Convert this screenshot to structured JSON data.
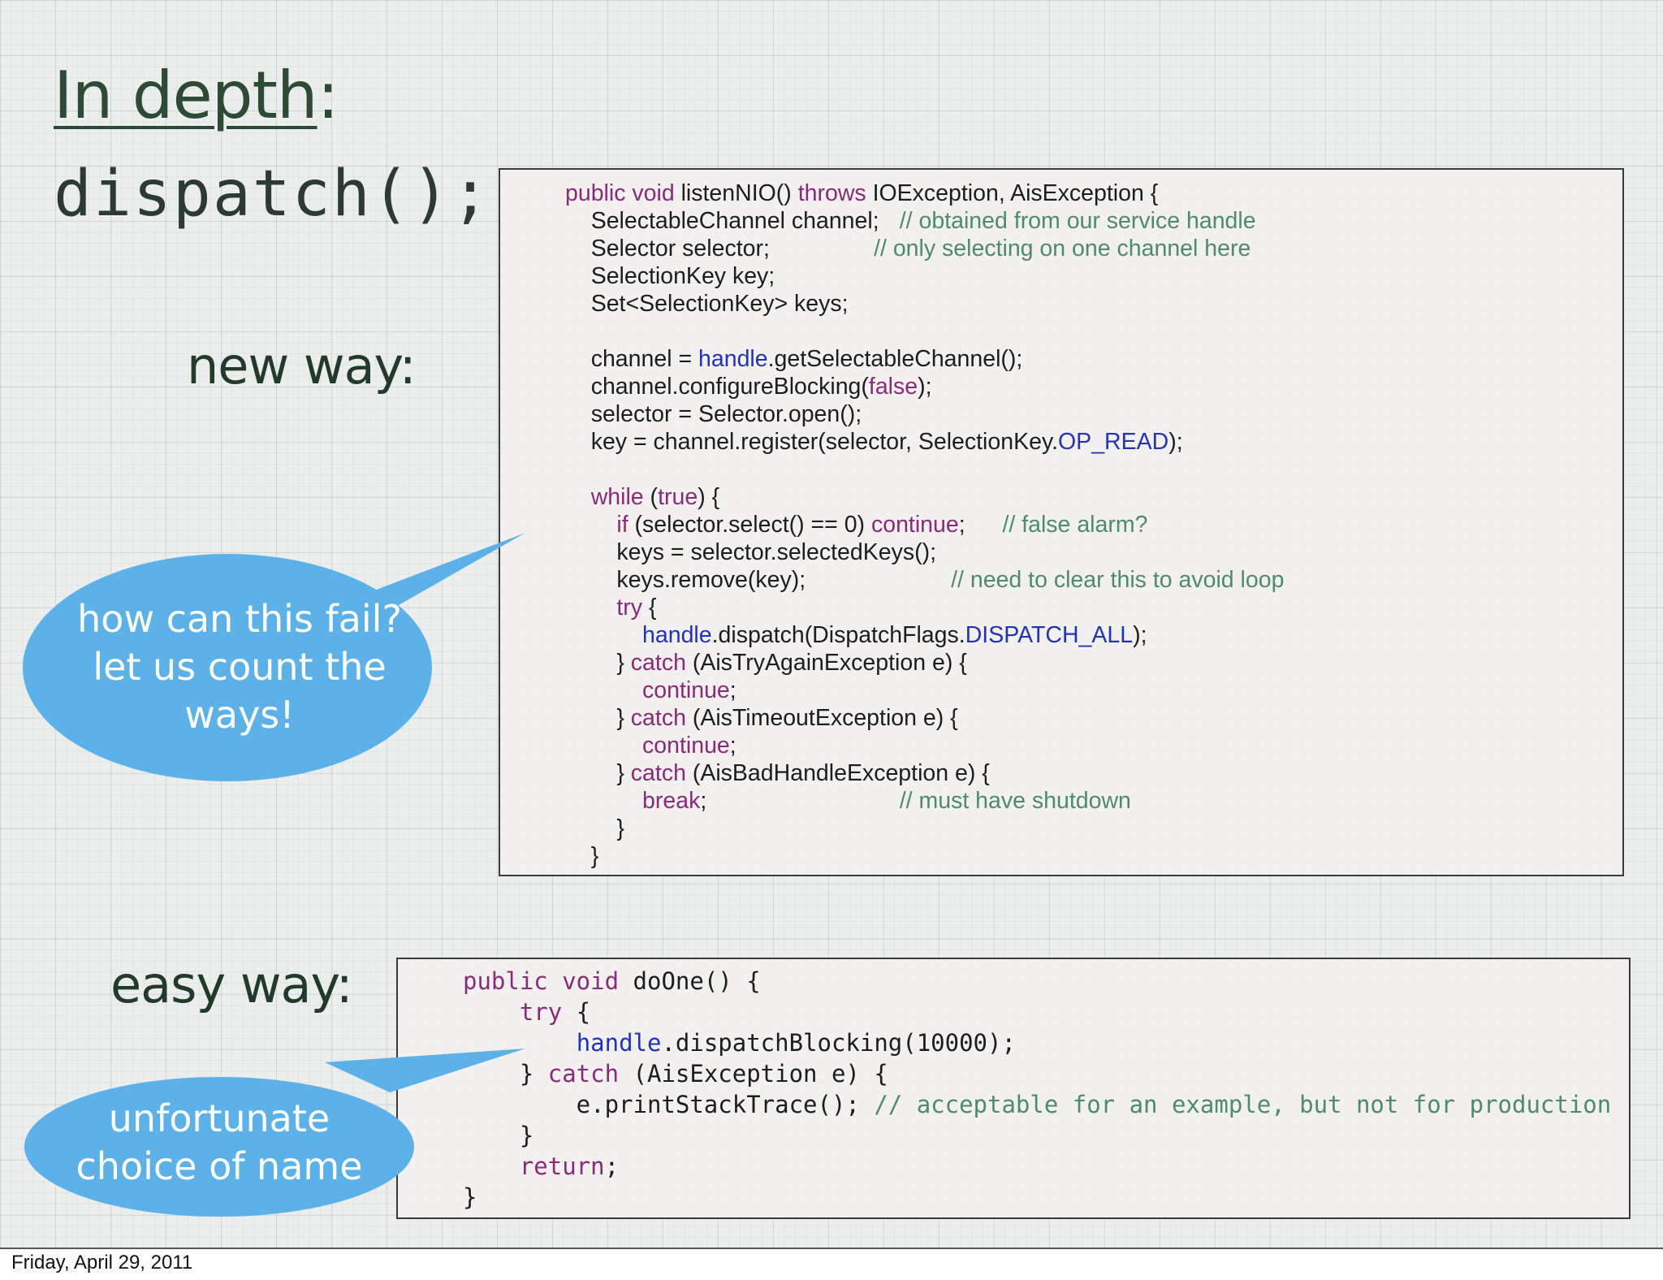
{
  "slide": {
    "title_underlined": "In depth",
    "title_colon": ":",
    "subtitle": "dispatch();",
    "label_new": "new way:",
    "label_easy": "easy way:"
  },
  "code_new": {
    "signature": {
      "kw1": "public void",
      "name": " listenNIO() ",
      "kw2": "throws",
      "rest": " IOException, AisException {"
    },
    "decl_channel": {
      "code": "\tSelectableChannel channel;\t",
      "comment": "// obtained from our service handle"
    },
    "decl_selector": {
      "code": "\tSelector selector;\t\t\t\t",
      "comment": "// only selecting on one channel here"
    },
    "decl_key": "\tSelectionKey key;",
    "decl_keys": "\tSet<SelectionKey> keys;",
    "assign_channel": {
      "pre": "\tchannel = ",
      "field": "handle",
      "post": ".getSelectableChannel();"
    },
    "configure": {
      "pre": "\tchannel.configureBlocking(",
      "kw": "false",
      "post": ");"
    },
    "selector_open": "\tselector = Selector.open();",
    "register": {
      "pre": "\tkey = channel.register(selector, SelectionKey.",
      "field": "OP_READ",
      "post": ");"
    },
    "while_line": {
      "kw": "while",
      "mid": " (",
      "kw2": "true",
      "post": ") {"
    },
    "if_line": {
      "kw": "if",
      "mid": " (selector.select() == 0) ",
      "kw2": "continue",
      "post": ";\t\t",
      "comment": "// false alarm?"
    },
    "selected_keys": "\t\tkeys = selector.selectedKeys();",
    "remove_key": {
      "code": "\t\tkeys.remove(key);\t\t\t\t\t\t",
      "comment": "// need to clear this to avoid loop"
    },
    "try_line": {
      "kw": "try",
      "post": " {"
    },
    "dispatch_line": {
      "field": "handle",
      "mid": ".dispatch(DispatchFlags.",
      "field2": "DISPATCH_ALL",
      "post": ");"
    },
    "catch1": {
      "pre": "\t\t} ",
      "kw": "catch",
      "post": " (AisTryAgainException e) {"
    },
    "continue1": "continue",
    "catch2": {
      "pre": "\t\t} ",
      "kw": "catch",
      "post": " (AisTimeoutException e) {"
    },
    "continue2": "continue",
    "catch3": {
      "pre": "\t\t} ",
      "kw": "catch",
      "post": " (AisBadHandleException e) {"
    },
    "break_line": {
      "kw": "break",
      "post": ";\t\t\t\t\t\t\t\t",
      "comment": "// must have shutdown"
    },
    "close_inner": "\t\t}",
    "close_outer": "\t}",
    "semicolon": ";"
  },
  "code_easy": {
    "signature": {
      "kw": "public void",
      "rest": " doOne() {"
    },
    "try_line": {
      "kw": "try",
      "post": " {"
    },
    "dispatch_line": {
      "field": "handle",
      "post": ".dispatchBlocking(10000);"
    },
    "catch_line": {
      "pre": "    } ",
      "kw": "catch",
      "post": " (AisException e) {"
    },
    "print_line": {
      "code": "        e.printStackTrace(); ",
      "comment": "// acceptable for an example, but not for production"
    },
    "close_catch": "    }",
    "return_line": {
      "kw": "return",
      "post": ";"
    },
    "close_method": "}"
  },
  "bubbles": {
    "bubble1": [
      "how can this fail?",
      "let us count the",
      "ways!"
    ],
    "bubble2": [
      "unfortunate",
      "choice of name"
    ],
    "color": "#5cb2e8"
  },
  "footer": "Friday, April 29, 2011"
}
